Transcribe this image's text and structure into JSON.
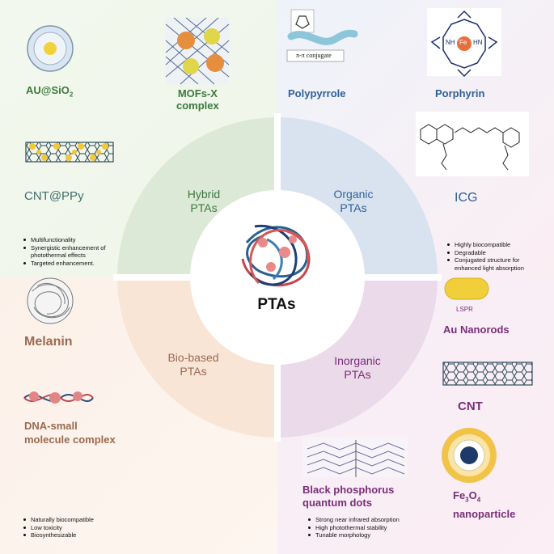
{
  "center": {
    "label": "PTAs"
  },
  "quadrants": {
    "hybrid": {
      "line1": "Hybrid",
      "line2": "PTAs"
    },
    "organic": {
      "line1": "Organic",
      "line2": "PTAs"
    },
    "inorganic": {
      "line1": "Inorganic",
      "line2": "PTAs"
    },
    "biobased": {
      "line1": "Bio-based",
      "line2": "PTAs"
    }
  },
  "hybrid": {
    "au_sio2": {
      "main": "AU@SiO",
      "sub": "2"
    },
    "mofs_line1": "MOFs-X",
    "mofs_line2": "complex",
    "cnt_ppy": "CNT@PPy",
    "bullets": [
      "Multifunctionality",
      "Synergistic enhancement of",
      "photothermal effects",
      "Targeted enhancement."
    ]
  },
  "organic": {
    "polypyrrole": "Polypyrrole",
    "pi_conjugate": "π-π conjugate",
    "porphyrin": "Porphyrin",
    "fe_label": "Fe",
    "nh_label": "NH",
    "hn_label": "HN",
    "icg": "ICG",
    "bullets": [
      "Highly biocompatible",
      "Degradable",
      "Conjugated structure for",
      "enhanced light absorption"
    ]
  },
  "inorganic": {
    "lspr": "LSPR",
    "au_nanorods": "Au Nanorods",
    "cnt": "CNT",
    "fe3o4": {
      "a": "Fe",
      "b": "3",
      "c": "O",
      "d": "4",
      "line2": "nanoparticle"
    },
    "bp_line1": "Black phosphorus",
    "bp_line2": "quantum dots",
    "bullets": [
      "Strong near infrared absorption",
      "High photothermal stability",
      "Tunable morphology"
    ]
  },
  "biobased": {
    "melanin": "Melanin",
    "dna_line1": "DNA-small",
    "dna_line2": "molecule complex",
    "bullets": [
      "Naturally biocompatible",
      "Low toxicity",
      "Biosynthesizable"
    ]
  },
  "colors": {
    "hybrid_text": "#3a7a3c",
    "organic_text": "#2f5f9a",
    "inorganic_text": "#7a2e7a",
    "biobased_text": "#9a6a50",
    "hybrid_fill": "#dce9d7",
    "organic_fill": "#d7e3ef",
    "inorganic_fill": "#ead9e8",
    "biobased_fill": "#f7e4d6"
  }
}
